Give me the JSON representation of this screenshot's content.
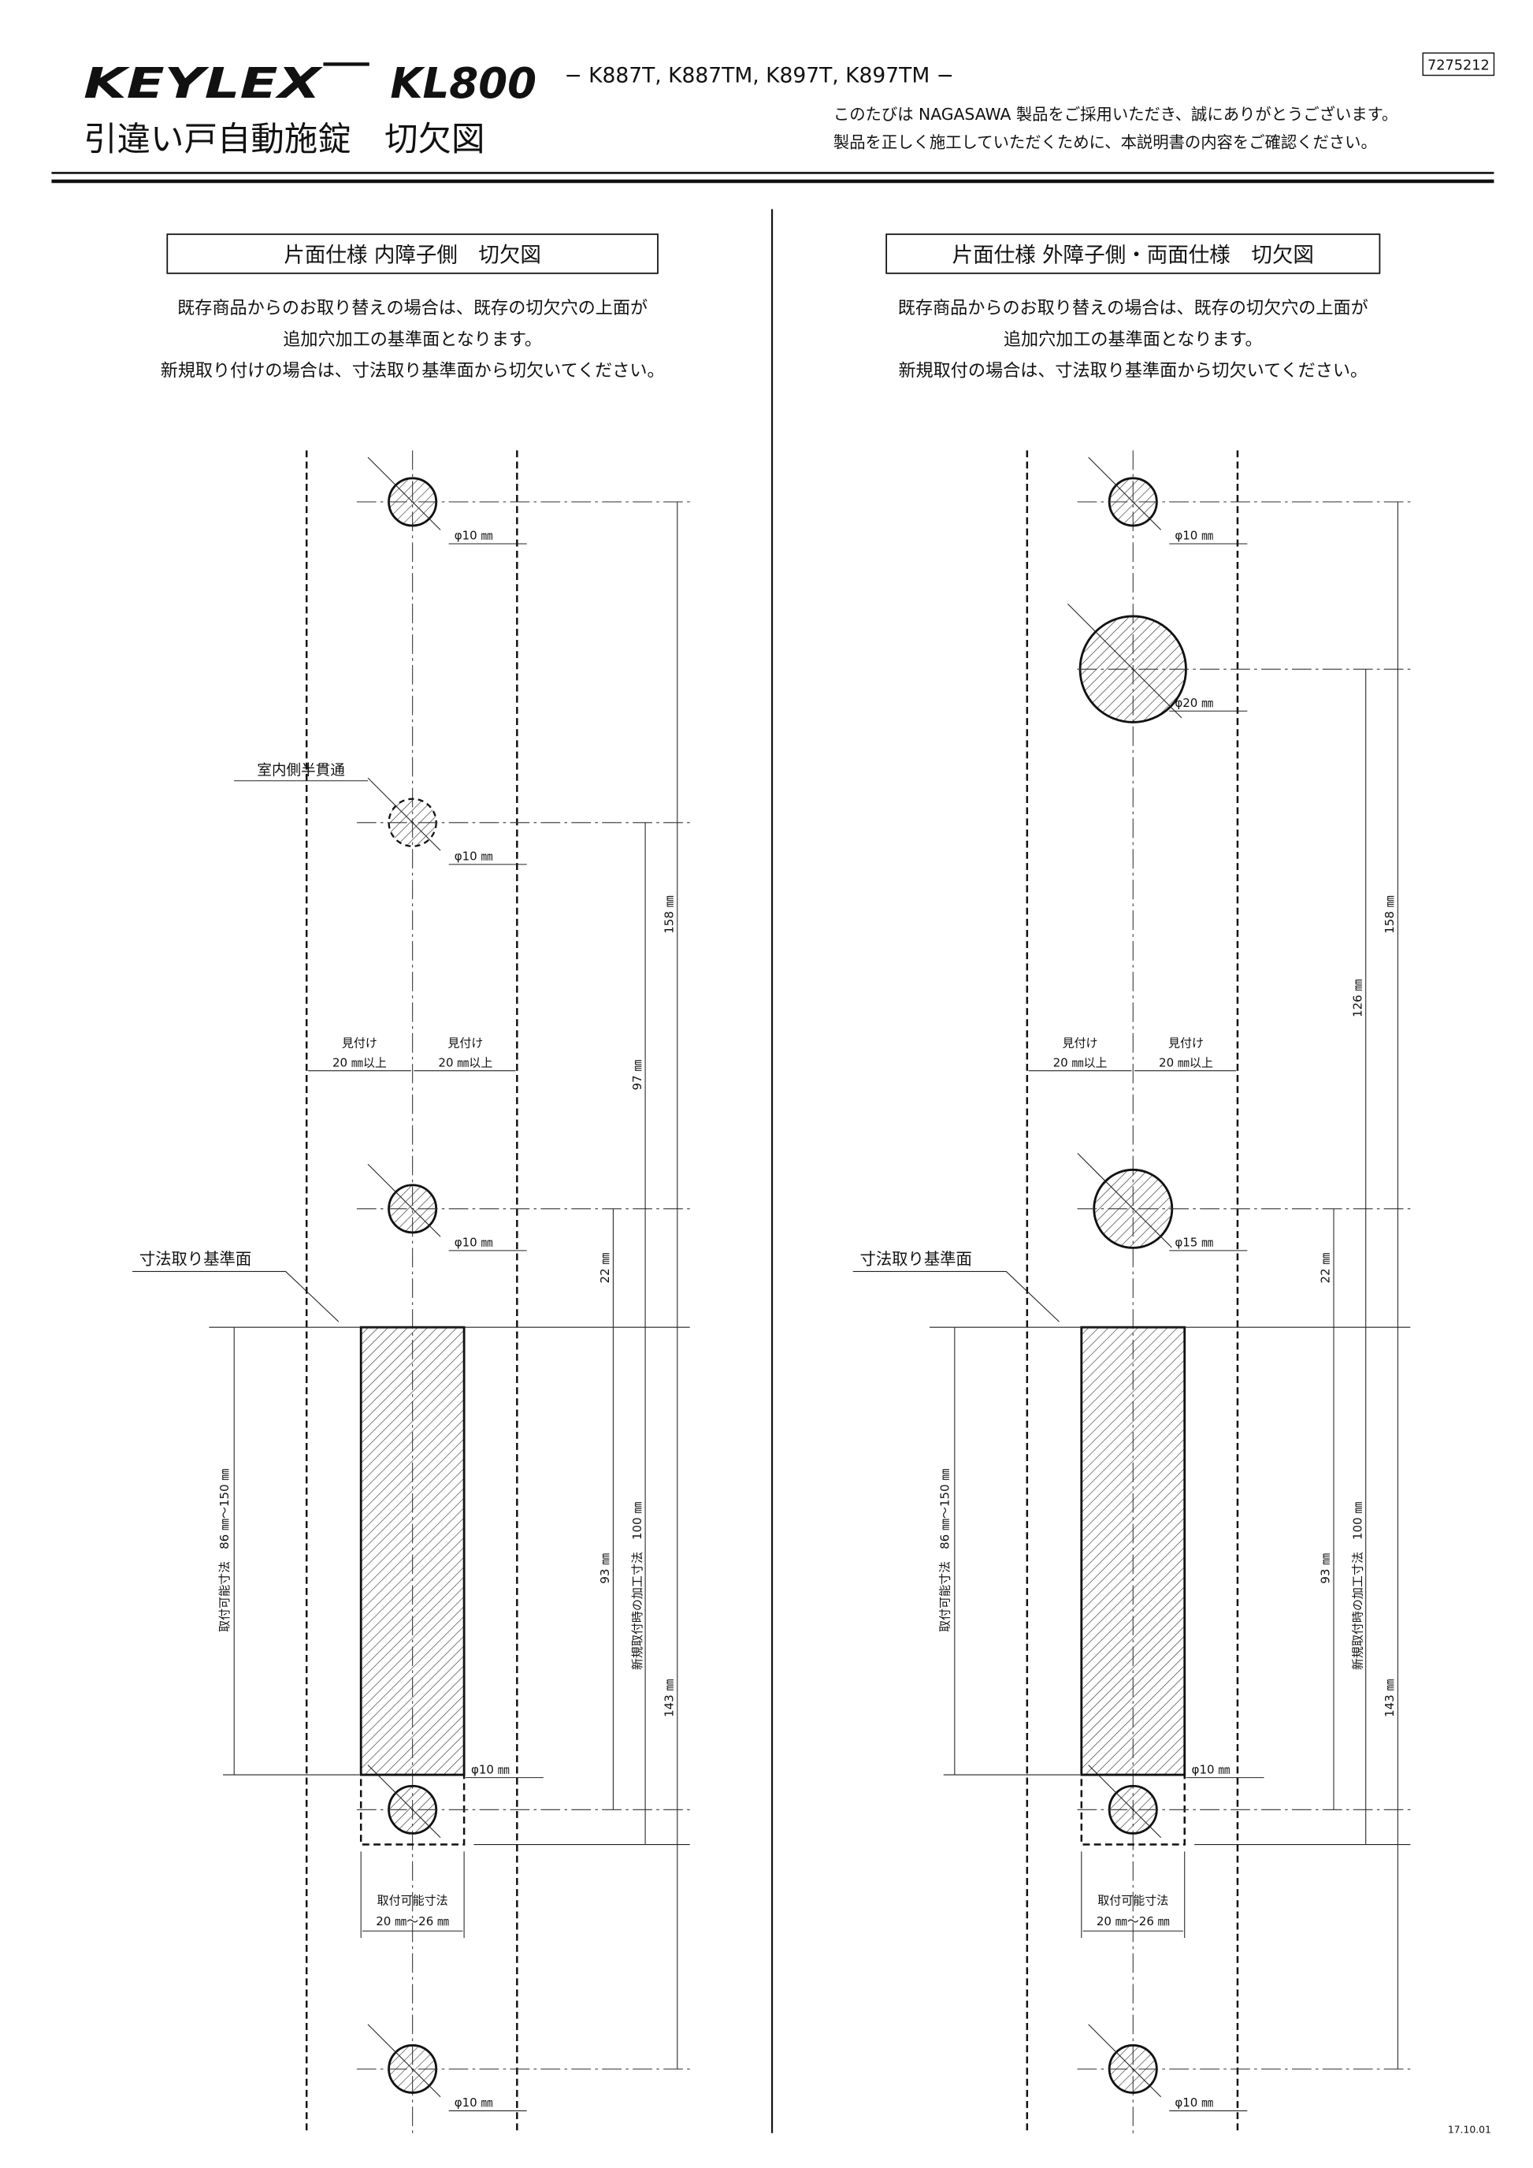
{
  "header": {
    "logo": "KEYLEX",
    "model": "KL800",
    "models": "− K887T, K887TM, K897T, K897TM −",
    "doc_no": "7275212",
    "title": "引違い戸自動施錠　切欠図",
    "intro": [
      "このたびは NAGASAWA 製品をご採用いただき、誠にありがとうございます。",
      "製品を正しく施工していただくために、本説明書の内容をご確認ください。"
    ]
  },
  "panels": [
    {
      "title": "片面仕様 内障子側　切欠図",
      "notes": [
        "既存商品からのお取り替えの場合は、既存の切欠穴の上面が",
        "追加穴加工の基準面となります。",
        "新規取り付けの場合は、寸法取り基準面から切欠いてください。"
      ],
      "half_through": "室内側半貫通",
      "holes": [
        "φ10 ㎜",
        "φ10 ㎜",
        "φ10 ㎜",
        "φ10 ㎜",
        "φ10 ㎜"
      ],
      "dims": [
        "158 ㎜",
        "97 ㎜",
        "22 ㎜",
        "新規取付時の加工寸法　100 ㎜",
        "93 ㎜",
        "143 ㎜"
      ]
    },
    {
      "title": "片面仕様 外障子側・両面仕様　切欠図",
      "notes": [
        "既存商品からのお取り替えの場合は、既存の切欠穴の上面が",
        "追加穴加工の基準面となります。",
        "新規取付の場合は、寸法取り基準面から切欠いてください。"
      ],
      "holes": [
        "φ10 ㎜",
        "φ20 ㎜",
        "φ15 ㎜",
        "φ10 ㎜",
        "φ10 ㎜"
      ],
      "dims": [
        "158 ㎜",
        "126 ㎜",
        "22 ㎜",
        "新規取付時の加工寸法　100 ㎜",
        "93 ㎜",
        "143 ㎜"
      ]
    }
  ],
  "labels": {
    "mitsuke": "見付け",
    "mitsuke_min": "20 ㎜以上",
    "reference": "寸法取り基準面",
    "range": "取付可能寸法　86 ㎜〜150 ㎜",
    "width_label": "取付可能寸法",
    "width_range": "20 ㎜〜26 ㎜"
  },
  "footer": {
    "date": "17.10.01"
  }
}
